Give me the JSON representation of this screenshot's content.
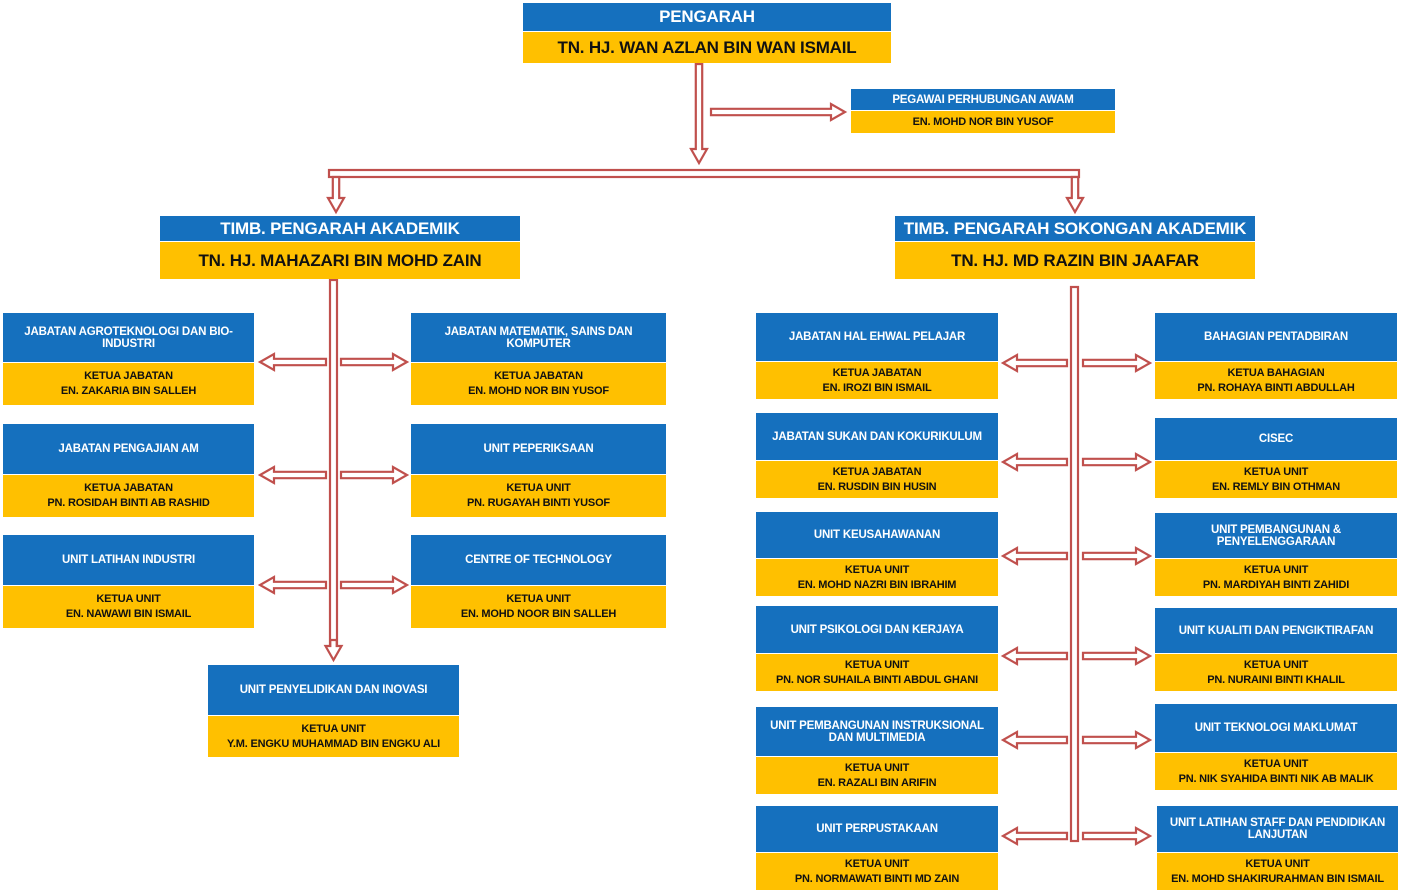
{
  "colors": {
    "head": "#1570be",
    "body": "#ffc000",
    "arrow_stroke": "#c0504d",
    "arrow_fill": "#ffffff"
  },
  "director": {
    "title": "PENGARAH",
    "name": "TN. HJ. WAN AZLAN BIN WAN ISMAIL"
  },
  "pro": {
    "title": "PEGAWAI PERHUBUNGAN AWAM",
    "name": "EN. MOHD NOR BIN YUSOF"
  },
  "deputy_academic": {
    "title": "TIMB. PENGARAH AKADEMIK",
    "name": "TN. HJ. MAHAZARI BIN MOHD ZAIN"
  },
  "deputy_support": {
    "title": "TIMB. PENGARAH SOKONGAN AKADEMIK",
    "name": "TN. HJ. MD RAZIN BIN JAAFAR"
  },
  "academic_units": [
    {
      "title": "JABATAN AGROTEKNOLOGI DAN BIO-INDUSTRI",
      "role": "KETUA JABATAN",
      "name": "EN. ZAKARIA BIN SALLEH"
    },
    {
      "title": "JABATAN MATEMATIK, SAINS DAN KOMPUTER",
      "role": "KETUA JABATAN",
      "name": "EN. MOHD NOR BIN YUSOF"
    },
    {
      "title": "JABATAN PENGAJIAN AM",
      "role": "KETUA JABATAN",
      "name": "PN. ROSIDAH BINTI AB RASHID"
    },
    {
      "title": "UNIT PEPERIKSAAN",
      "role": "KETUA UNIT",
      "name": "PN. RUGAYAH BINTI YUSOF"
    },
    {
      "title": "UNIT LATIHAN INDUSTRI",
      "role": "KETUA UNIT",
      "name": "EN. NAWAWI BIN ISMAIL"
    },
    {
      "title": "CENTRE OF TECHNOLOGY",
      "role": "KETUA UNIT",
      "name": "EN. MOHD NOOR BIN SALLEH"
    },
    {
      "title": "UNIT PENYELIDIKAN DAN INOVASI",
      "role": "KETUA UNIT",
      "name": "Y.M. ENGKU MUHAMMAD BIN ENGKU ALI"
    }
  ],
  "support_units": [
    {
      "title": "JABATAN HAL EHWAL PELAJAR",
      "role": "KETUA JABATAN",
      "name": "EN. IROZI BIN ISMAIL"
    },
    {
      "title": "BAHAGIAN PENTADBIRAN",
      "role": "KETUA BAHAGIAN",
      "name": "PN. ROHAYA BINTI ABDULLAH"
    },
    {
      "title": "JABATAN SUKAN DAN KOKURIKULUM",
      "role": "KETUA JABATAN",
      "name": "EN. RUSDIN BIN HUSIN"
    },
    {
      "title": "CISEC",
      "role": "KETUA UNIT",
      "name": "EN. REMLY BIN OTHMAN"
    },
    {
      "title": "UNIT KEUSAHAWANAN",
      "role": "KETUA UNIT",
      "name": "EN. MOHD NAZRI BIN IBRAHIM"
    },
    {
      "title": "UNIT PEMBANGUNAN & PENYELENGGARAAN",
      "role": "KETUA UNIT",
      "name": "PN. MARDIYAH BINTI ZAHIDI"
    },
    {
      "title": "UNIT PSIKOLOGI DAN KERJAYA",
      "role": "KETUA UNIT",
      "name": "PN. NOR SUHAILA BINTI ABDUL GHANI"
    },
    {
      "title": "UNIT KUALITI DAN PENGIKTIRAFAN",
      "role": "KETUA UNIT",
      "name": "PN. NURAINI BINTI KHALIL"
    },
    {
      "title": "UNIT PEMBANGUNAN INSTRUKSIONAL DAN MULTIMEDIA",
      "role": "KETUA UNIT",
      "name": "EN. RAZALI BIN ARIFIN"
    },
    {
      "title": "UNIT TEKNOLOGI MAKLUMAT",
      "role": "KETUA UNIT",
      "name": "PN. NIK SYAHIDA BINTI NIK AB MALIK"
    },
    {
      "title": "UNIT PERPUSTAKAAN",
      "role": "KETUA UNIT",
      "name": "PN. NORMAWATI BINTI MD ZAIN"
    },
    {
      "title": "UNIT LATIHAN STAFF DAN PENDIDIKAN LANJUTAN",
      "role": "KETUA UNIT",
      "name": "EN. MOHD SHAKIRURAHMAN BIN ISMAIL"
    }
  ]
}
